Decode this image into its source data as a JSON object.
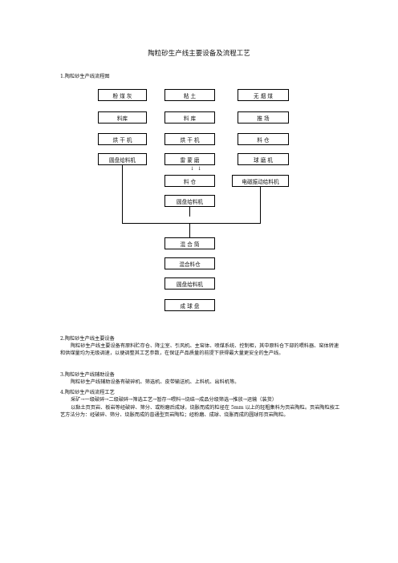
{
  "title": "陶粒砂生产线主要设备及流程工艺",
  "section1": {
    "heading": "1.陶粒砂生产线流程图"
  },
  "flow": {
    "col1": [
      "粉 煤 灰",
      "料库",
      "烘 干 机",
      "圆盘给料机"
    ],
    "col2": [
      "粘 土",
      "料 库",
      "烘 干 机",
      "雷 蒙 磨",
      "料 仓",
      "圆盘给料机"
    ],
    "col3": [
      "无 烟 煤",
      "推 场",
      "料 仓",
      "球 磨 机",
      "电磁振动给料机"
    ],
    "merge": [
      "混 合 筒",
      "混合料仓",
      "圆盘给料机",
      "成 球 盘"
    ]
  },
  "section2": {
    "heading": "2.陶粒砂生产线主要设备",
    "text": "陶粒砂生产线主要设备有原料贮存仓、降尘室、引风机、主窑体、喷煤系统、控制柜，其中原料仓下部的喂料器、窑体转速和供煤量均为无级调速，以便调整其工艺参数，在保证产品质量的前提下获得最大量更安全的生产线。"
  },
  "section3": {
    "heading": "3.陶粒砂生产线辅助设备",
    "text": "陶粒砂生产线辅助设备有破碎机、筛选机、皮带输送机、上料机、出料机等。"
  },
  "section4": {
    "heading": "4.陶粒砂生产线流程工艺",
    "line1": "采矿→一级破碎→二级破碎→筛选工艺→暂存→喂料→烧结→成品分级筛选→推放→运输（装货）",
    "text": "以黏土页页岩、板岩等经破碎、筛分、或粉磨后成球，烧胀而成的粒径在 5mm 以上的轻粗集料为页岩陶粒。页岩陶粒按工艺方法分为：经破碎、筛分、烧胀而成的普通型页岩陶粒；经粉磨、成球、烧胀而成的圆球形页岩陶粒。"
  }
}
